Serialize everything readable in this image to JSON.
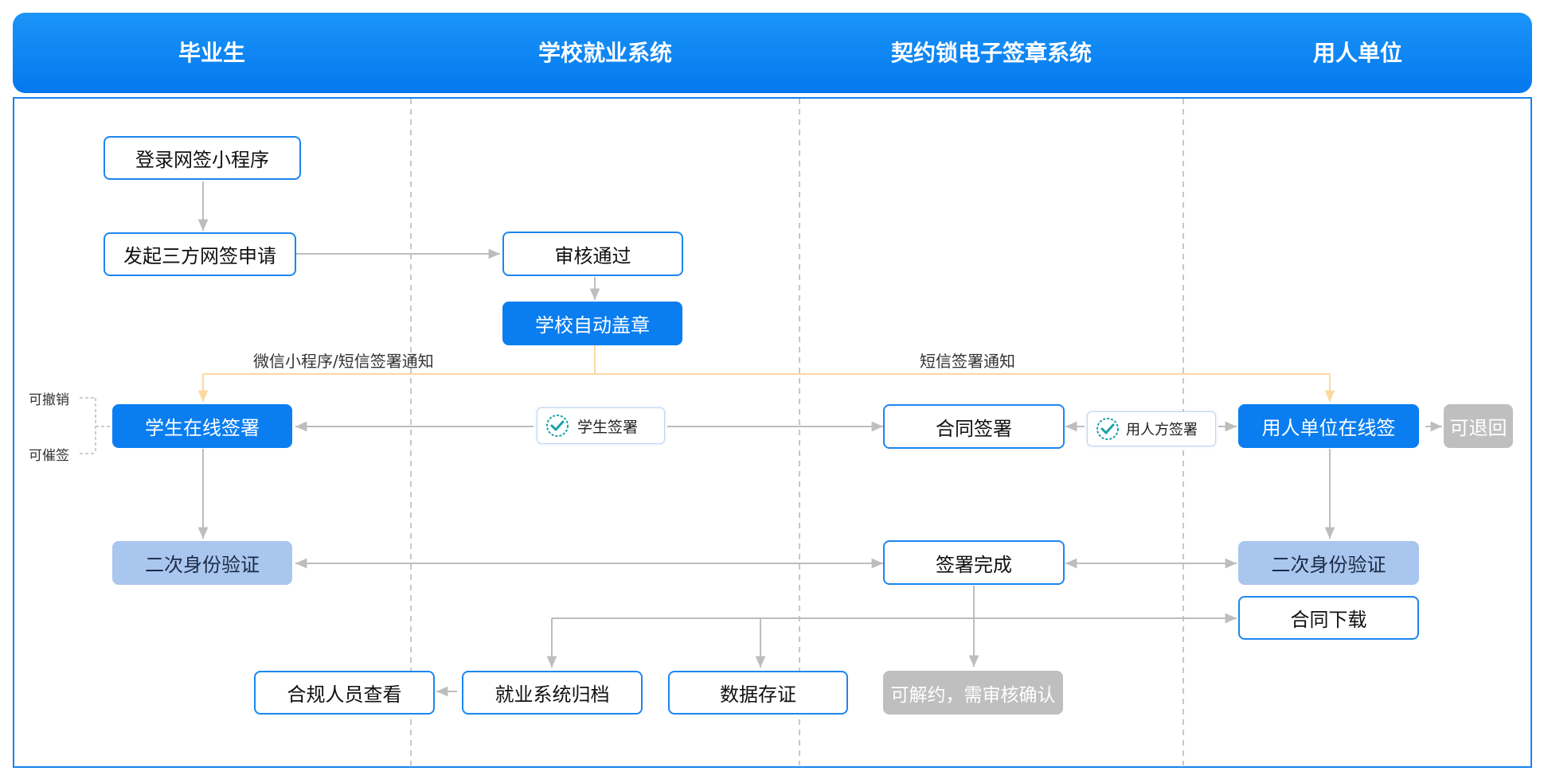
{
  "lanes": [
    {
      "label": "毕业生"
    },
    {
      "label": "学校就业系统"
    },
    {
      "label": "契约锁电子签章系统"
    },
    {
      "label": "用人单位"
    }
  ],
  "nodes": {
    "login_miniapp": "登录网签小程序",
    "initiate_request": "发起三方网签申请",
    "review_passed": "审核通过",
    "school_auto_seal": "学校自动盖章",
    "student_sign_online": "学生在线签署",
    "contract_sign": "合同签署",
    "employer_sign_online": "用人单位在线签",
    "can_return": "可退回",
    "student_second_auth": "二次身份验证",
    "sign_complete": "签署完成",
    "employer_second_auth": "二次身份验证",
    "contract_download": "合同下载",
    "compliance_view": "合规人员查看",
    "system_archive": "就业系统归档",
    "data_evidence": "数据存证",
    "cancel_contract": "可解约，需审核确认"
  },
  "badges": {
    "student_sign": "学生签署",
    "employer_sign": "用人方签署"
  },
  "labels": {
    "notice_wechat_sms": "微信小程序/短信签署通知",
    "notice_sms": "短信签署通知",
    "revocable": "可撤销",
    "can_remind": "可催签"
  },
  "colors": {
    "primary": "#0a7ef0",
    "outline": "#1c86f0",
    "light_fill": "#a9c6ef",
    "gray_fill": "#bfbfbf",
    "connector": "#bdbdbd",
    "notice_line": "#fbd9a0",
    "check": "#19a2a8"
  }
}
